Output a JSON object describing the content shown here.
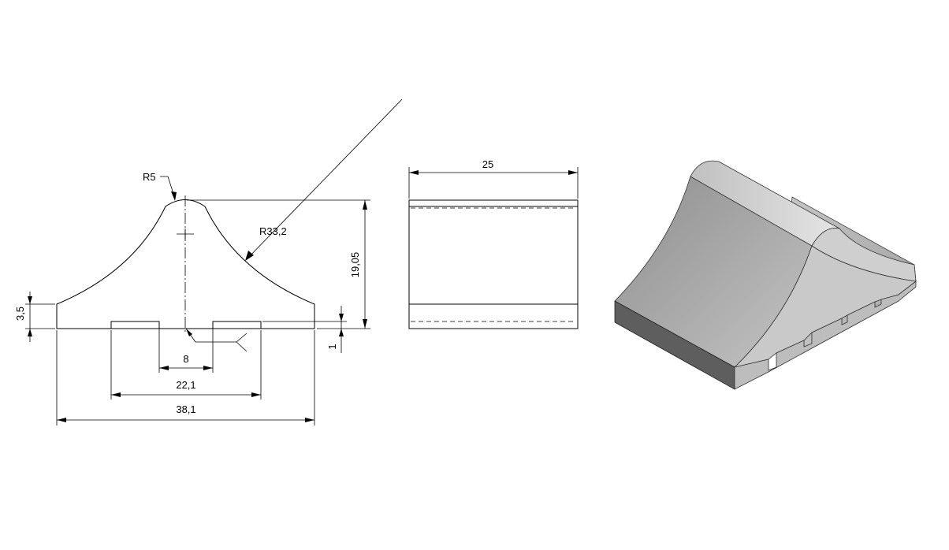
{
  "drawing": {
    "front_view": {
      "radius_top": "R5",
      "radius_flank": "R33,2",
      "height": "19,05",
      "base_thickness": "3,5",
      "step_depth": "1",
      "slot_inner_width": "8",
      "slot_outer_width": "22,1",
      "overall_width": "38,1"
    },
    "side_view": {
      "length": "25"
    },
    "colors": {
      "line": "#000000",
      "solid_top": "#cfcfcf",
      "solid_front": "#5e5e5e",
      "solid_side": "#b9b9b9"
    }
  }
}
